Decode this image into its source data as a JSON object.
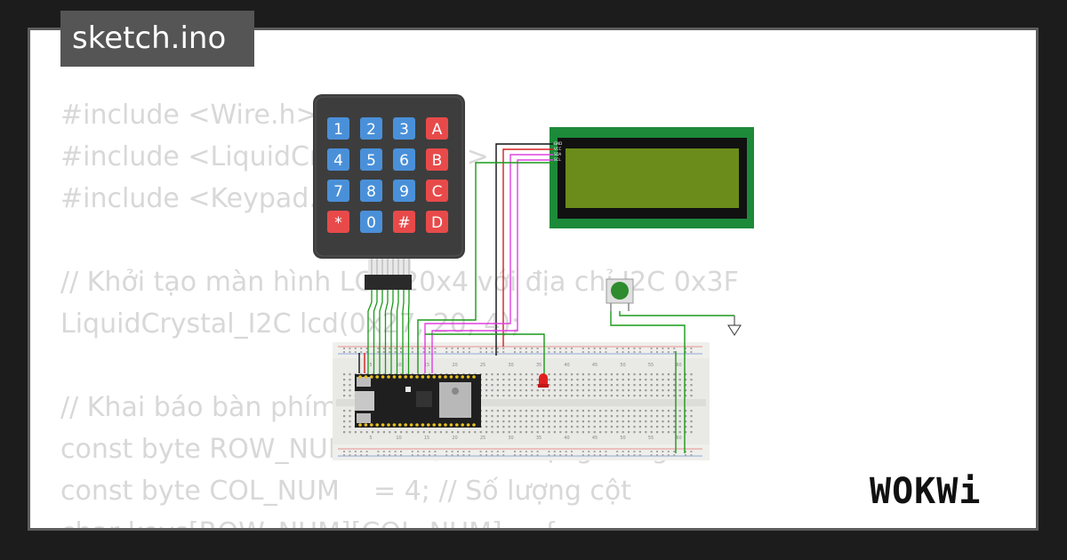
{
  "title": "sketch.ino",
  "code_lines": [
    "#include <Wire.h>",
    "#include <LiquidCrystal_I2C.h>",
    "#include <Keypad.h>",
    "",
    "// Khởi tạo màn hình LCD 20x4 với địa chỉ I2C 0x3F",
    "LiquidCrystal_I2C lcd(0x27, 20, 4);",
    "",
    "// Khai báo bàn phím",
    "const byte ROW_NUM    = 4; // Số lượng hàng",
    "const byte COL_NUM    = 4; // Số lượng cột",
    "char keys[ROW_NUM][COL_NUM] = {"
  ],
  "keypad": {
    "keys": [
      "1",
      "2",
      "3",
      "A",
      "4",
      "5",
      "6",
      "B",
      "7",
      "8",
      "9",
      "C",
      "*",
      "0",
      "#",
      "D"
    ],
    "colors": {
      "digit": "#4a90d9",
      "letter": "#e84a4a",
      "body": "#3d3d3d"
    }
  },
  "lcd_pins": [
    "GND",
    "VCC",
    "SDA",
    "SCL"
  ],
  "breadboard": {
    "top_numbers": [
      "5",
      "10",
      "15",
      "20",
      "25",
      "30",
      "35",
      "40",
      "45",
      "50",
      "55",
      "60"
    ],
    "bottom_numbers": [
      "5",
      "10",
      "15",
      "20",
      "25",
      "30",
      "35",
      "40",
      "45",
      "50",
      "55",
      "60"
    ]
  },
  "colors": {
    "lcd_screen": "#6b8c1a",
    "lcd_frame": "#1d8a3a",
    "button": "#2e8b2e"
  },
  "logo": "WOKWi"
}
